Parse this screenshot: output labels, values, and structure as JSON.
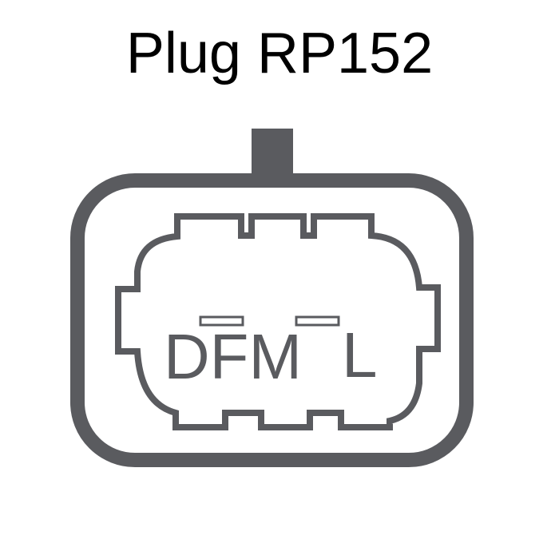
{
  "title": "Plug RP152",
  "pins": [
    {
      "label": "DFM"
    },
    {
      "label": "L"
    }
  ],
  "colors": {
    "outline": "#5a5b5f",
    "title": "#000000"
  }
}
